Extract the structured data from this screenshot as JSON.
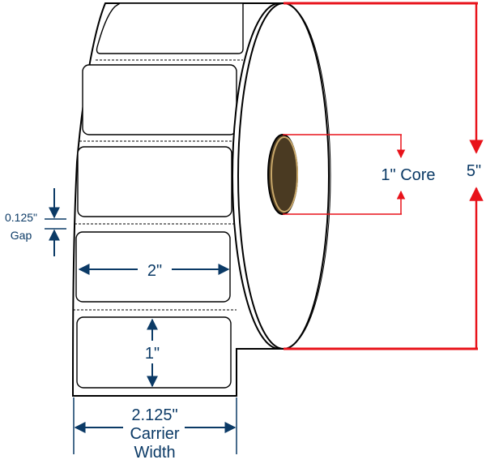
{
  "colors": {
    "outline": "#000000",
    "navy": "#0b3a66",
    "red": "#e8121a",
    "core_fill": "#4a3a22",
    "core_edge": "#c9a86a",
    "paper": "#ffffff"
  },
  "labels": {
    "label_width": "2\"",
    "label_height": "1\"",
    "gap_value": "0.125\"",
    "gap_word": "Gap",
    "core": "1\" Core",
    "outer_diameter": "5\"",
    "carrier_value": "2.125\"",
    "carrier_word": "Carrier",
    "width_word": "Width"
  }
}
